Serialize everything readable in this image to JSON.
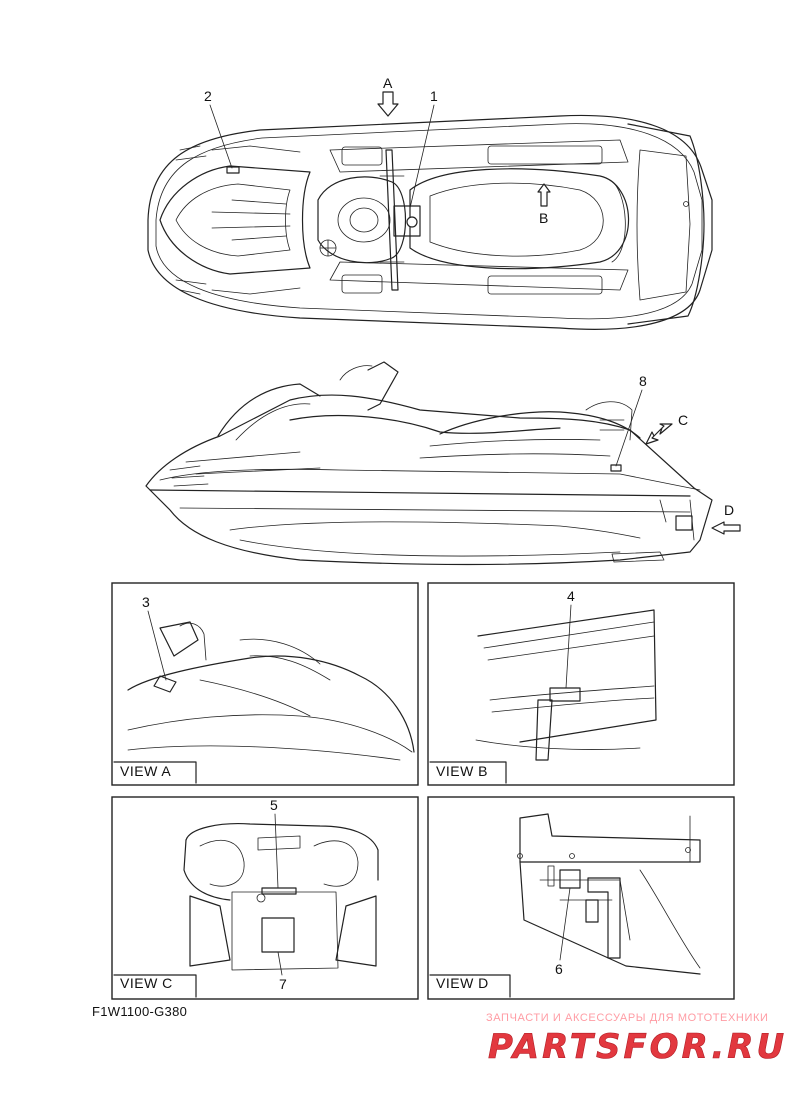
{
  "callouts": {
    "c1": "1",
    "c2": "2",
    "c3": "3",
    "c4": "4",
    "c5": "5",
    "c6": "6",
    "c7": "7",
    "c8": "8"
  },
  "view_markers": {
    "a": "A",
    "b": "B",
    "c": "C",
    "d": "D"
  },
  "panels": {
    "view_a": "VIEW A",
    "view_b": "VIEW B",
    "view_c": "VIEW C",
    "view_d": "VIEW D"
  },
  "drawing_code": "F1W1100-G380",
  "watermark": {
    "tagline": "ЗАПЧАСТИ И АКСЕССУАРЫ ДЛЯ МОТОТЕХНИКИ",
    "brand": "PARTSFOR.RU",
    "color": "#e2383f"
  }
}
